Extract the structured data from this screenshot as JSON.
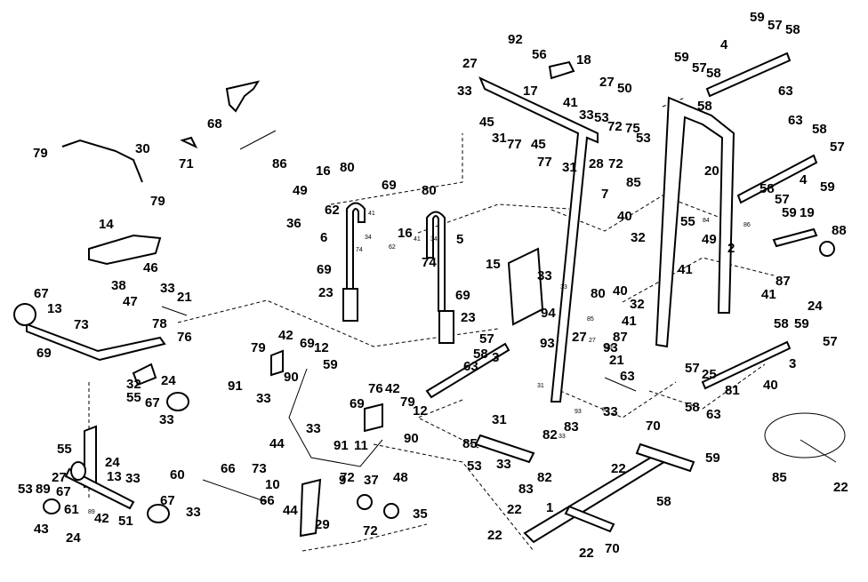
{
  "diagram": {
    "part_labels": [
      "59",
      "57",
      "58",
      "92",
      "4",
      "27",
      "56",
      "18",
      "59",
      "57",
      "58",
      "27",
      "50",
      "33",
      "17",
      "41",
      "63",
      "33",
      "53",
      "72",
      "75",
      "58",
      "45",
      "31",
      "77",
      "45",
      "28",
      "72",
      "53",
      "63",
      "58",
      "57",
      "79",
      "30",
      "79",
      "68",
      "71",
      "86",
      "31",
      "77",
      "7",
      "85",
      "16",
      "80",
      "69",
      "80",
      "49",
      "62",
      "36",
      "16",
      "5",
      "6",
      "74",
      "40",
      "32",
      "55",
      "20",
      "49",
      "58",
      "57",
      "59",
      "19",
      "88",
      "4",
      "59",
      "14",
      "46",
      "38",
      "47",
      "33",
      "21",
      "69",
      "23",
      "15",
      "69",
      "23",
      "33",
      "80",
      "40",
      "32",
      "94",
      "87",
      "41",
      "41",
      "2",
      "41",
      "87",
      "24",
      "67",
      "13",
      "69",
      "73",
      "78",
      "76",
      "42",
      "69",
      "12",
      "79",
      "91",
      "90",
      "33",
      "59",
      "57",
      "58",
      "3",
      "63",
      "93",
      "27",
      "93",
      "21",
      "63",
      "58",
      "59",
      "57",
      "3",
      "40",
      "32",
      "55",
      "67",
      "24",
      "33",
      "76",
      "42",
      "12",
      "69",
      "79",
      "90",
      "91",
      "11",
      "33",
      "44",
      "9",
      "24",
      "55",
      "27",
      "67",
      "13",
      "33",
      "53",
      "89",
      "61",
      "43",
      "42",
      "24",
      "67",
      "51",
      "60",
      "66",
      "73",
      "66",
      "33",
      "10",
      "44",
      "72",
      "37",
      "48",
      "29",
      "72",
      "35",
      "31",
      "85",
      "53",
      "33",
      "82",
      "83",
      "82",
      "83",
      "22",
      "1",
      "22",
      "22",
      "70",
      "22",
      "70",
      "59",
      "58",
      "63",
      "58",
      "57",
      "25",
      "81",
      "85",
      "22",
      "33"
    ],
    "small_labels": [
      "41",
      "34",
      "74",
      "62",
      "41",
      "34",
      "33",
      "85",
      "31",
      "27",
      "93",
      "84",
      "93",
      "85",
      "33",
      "89",
      "86"
    ]
  }
}
